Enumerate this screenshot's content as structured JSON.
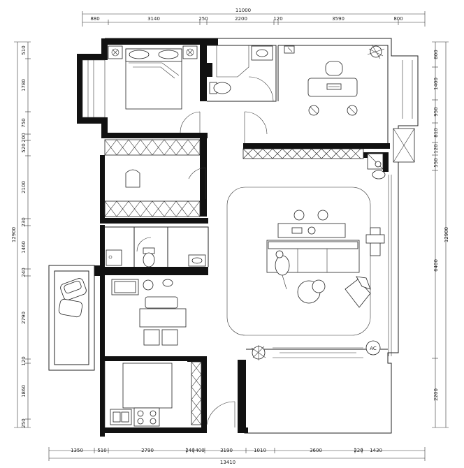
{
  "top_dimensions": {
    "total": "11000",
    "segments": [
      "880",
      "3140",
      "250",
      "2200",
      "120",
      "3590",
      "800"
    ]
  },
  "bottom_dimensions": {
    "total": "13410",
    "segments": [
      "1350",
      "510",
      "2790",
      "240",
      "400",
      "3190",
      "1010",
      "3600",
      "220",
      "1430"
    ]
  },
  "left_dimensions": {
    "total": "12900",
    "segments": [
      "510",
      "1780",
      "750",
      "200",
      "520",
      "2100",
      "230",
      "1460",
      "240",
      "2790",
      "120",
      "1860",
      "250"
    ]
  },
  "right_dimensions": {
    "total": "12900",
    "segments": [
      "800",
      "1400",
      "950",
      "810",
      "120",
      "550",
      "6400",
      "2200"
    ]
  },
  "labels": {
    "ac": "AC"
  }
}
